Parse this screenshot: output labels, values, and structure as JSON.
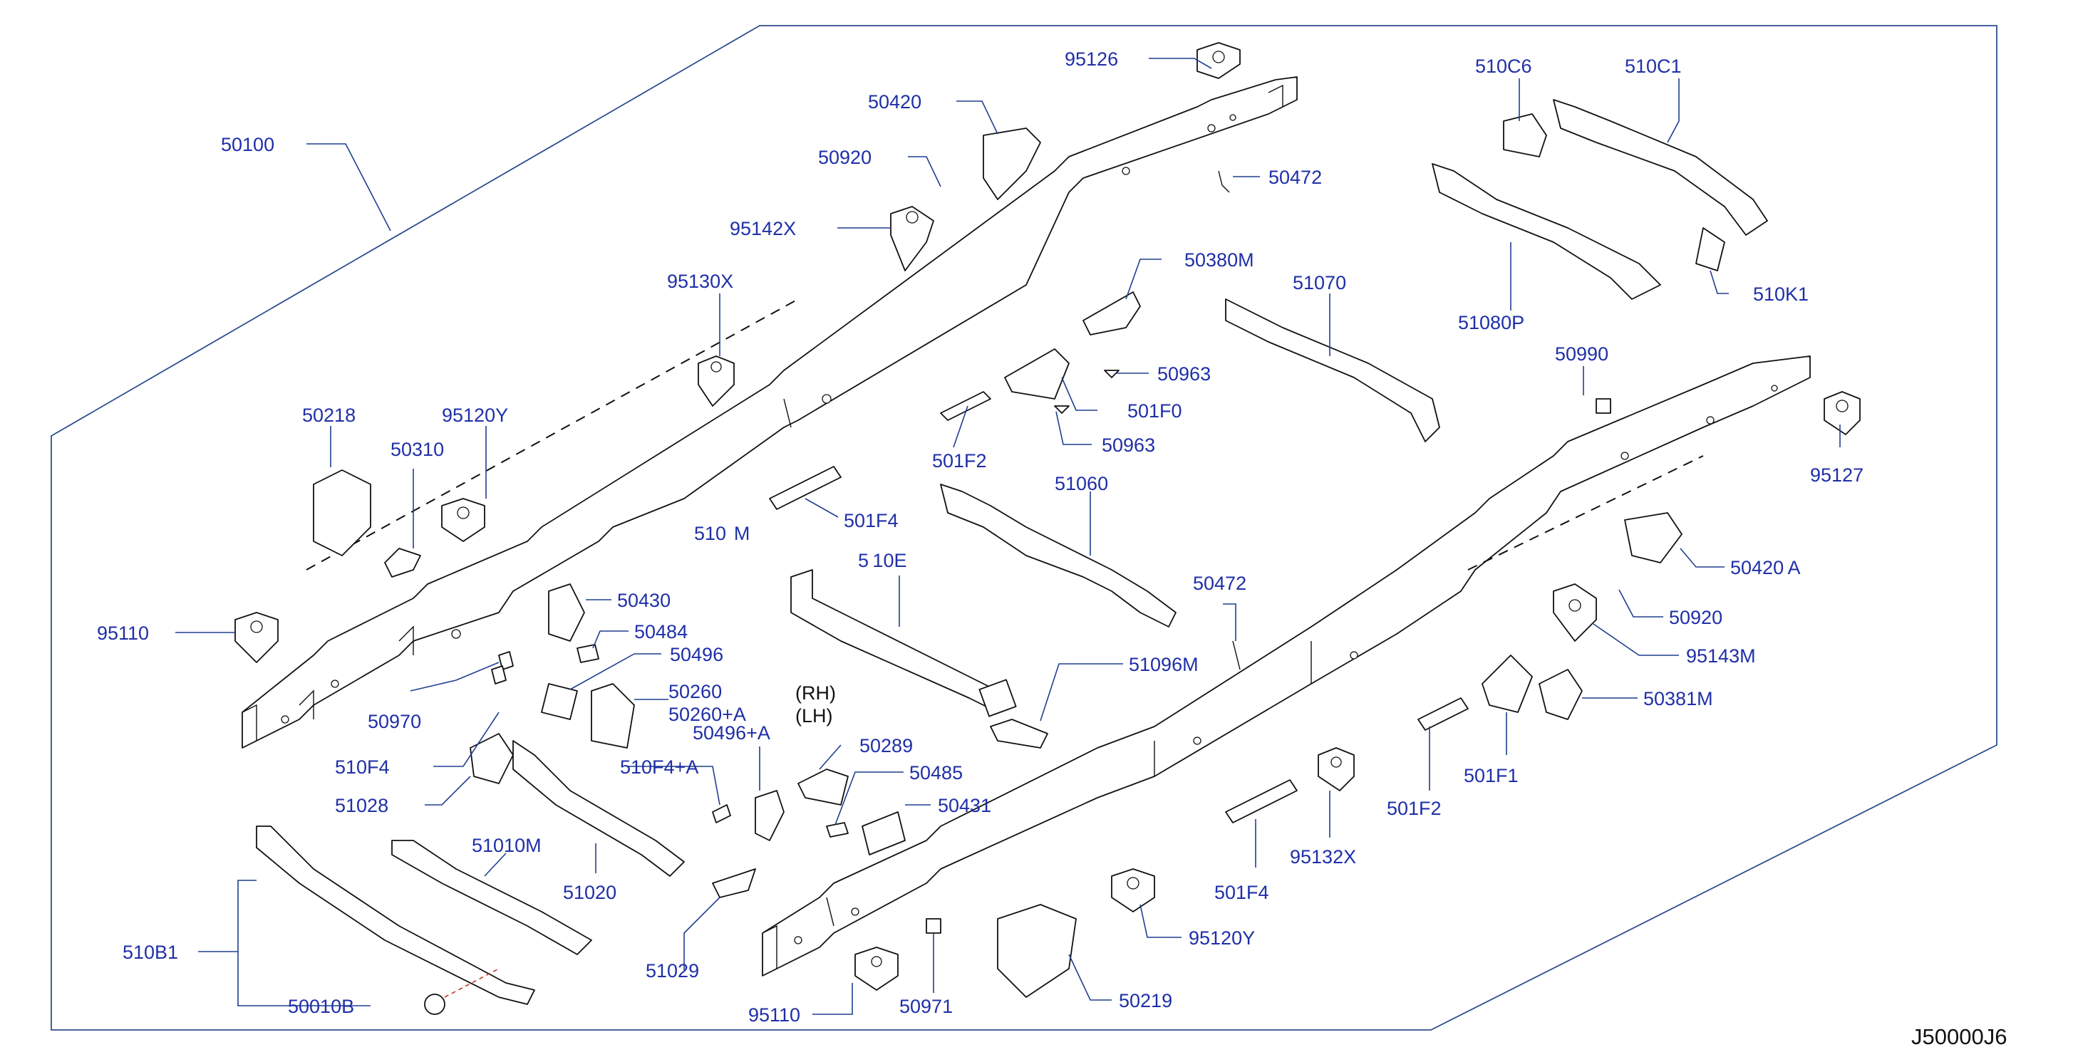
{
  "diagram_code": "J50000J6",
  "side_notes": {
    "rh": "(RH)",
    "lh": "(LH)"
  },
  "labels": {
    "p50100": "50100",
    "p95126": "95126",
    "p50420": "50420",
    "p50920_top": "50920",
    "p95142X": "95142X",
    "p50472_top": "50472",
    "p95130X": "95130X",
    "p510C6": "510C6",
    "p510C1": "510C1",
    "p51080P": "51080P",
    "p510K1": "510K1",
    "p50380M": "50380M",
    "p51070": "51070",
    "p50963_a": "50963",
    "p501F0": "501F0",
    "p50963_b": "50963",
    "p50990": "50990",
    "p95127": "95127",
    "p50218": "50218",
    "p95120Y_top": "95120Y",
    "p50310": "50310",
    "p501F2_top": "501F2",
    "p51060": "51060",
    "p501F4_top": "501F4",
    "p510_M": "510  M",
    "p510E": "5 10E",
    "p50420A": "50420 A",
    "p50920_right": "50920",
    "p95110_left": "95110",
    "p50430": "50430",
    "p50484": "50484",
    "p50496": "50496",
    "p50472_mid": "50472",
    "p95143M": "95143M",
    "p50970": "50970",
    "p50260": "50260",
    "p50260A": "50260+A",
    "p51096M": "51096M",
    "p50381M": "50381M",
    "p510F4": "510F4",
    "p50496A": "50496+A",
    "p50289": "50289",
    "p510F4A": "510F4+A",
    "p50485": "50485",
    "p51028": "51028",
    "p50431": "50431",
    "p501F2_bot": "501F2",
    "p501F1": "501F1",
    "p51010M": "51010M",
    "p51020": "51020",
    "p95132X": "95132X",
    "p501F4_bot": "501F4",
    "p510B1": "510B1",
    "p95120Y_bot": "95120Y",
    "p51029": "51029",
    "p50010B": "50010B",
    "p95110_bot": "95110",
    "p50971": "50971",
    "p50219": "50219"
  }
}
